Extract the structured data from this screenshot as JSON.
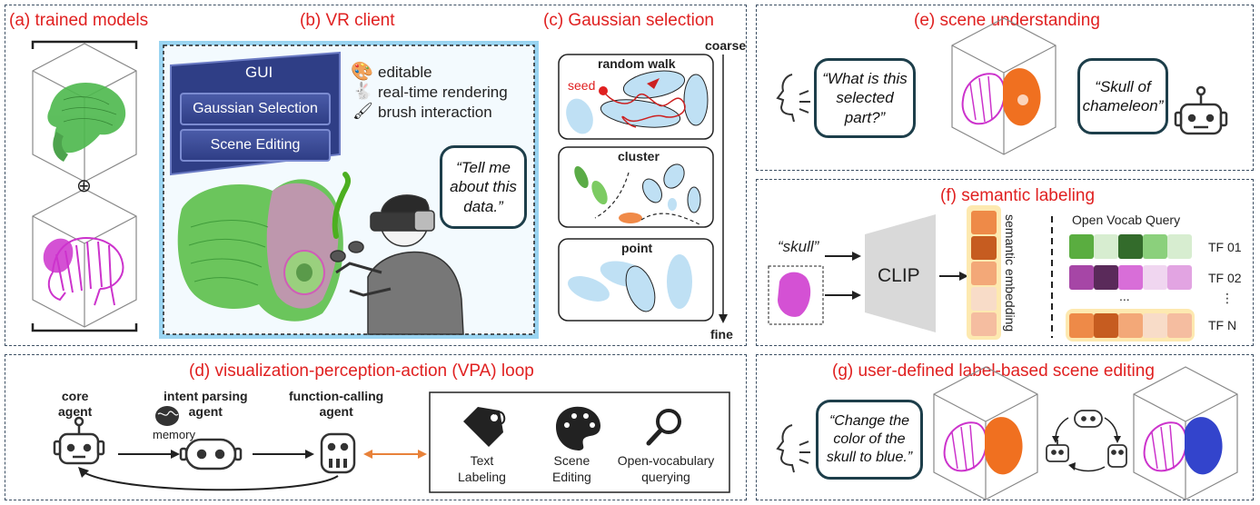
{
  "panels": {
    "a": {
      "title": "(a) trained models",
      "oplus": "⊕"
    },
    "b": {
      "title": "(b) VR client",
      "gui": {
        "header": "GUI",
        "btn1": "Gaussian Selection",
        "btn2": "Scene Editing"
      },
      "features": [
        "editable",
        "real-time rendering",
        "brush interaction"
      ],
      "bubble": "“Tell me\nabout this\ndata.”"
    },
    "c": {
      "title": "(c) Gaussian selection",
      "axis_top": "coarse",
      "axis_bottom": "fine",
      "boxes": {
        "random_walk": "random walk",
        "seed": "seed",
        "cluster": "cluster",
        "point": "point"
      }
    },
    "d": {
      "title": "(d) visualization-perception-action (VPA) loop",
      "core": "core\nagent",
      "intent": "intent parsing\nagent",
      "memory": "memory",
      "function": "function-calling\nagent",
      "tools": [
        "Text\nLabeling",
        "Scene\nEditing",
        "Open-vocabulary\nquerying"
      ]
    },
    "e": {
      "title": "(e) scene understanding",
      "bubble_left": "“What is this\nselected\npart?”",
      "bubble_right": "“Skull of\nchameleon”"
    },
    "f": {
      "title": "(f) semantic labeling",
      "skull": "“skull”",
      "clip": "CLIP",
      "embedding": "semantic embedding",
      "query_title": "Open Vocab Query",
      "rows": [
        "TF 01",
        "TF 02",
        "TF N"
      ],
      "dots": "...",
      "vdots": "⋮"
    },
    "g": {
      "title": "(g) user-defined label-based scene editing",
      "bubble": "“Change the\ncolor of the\nskull to blue.”"
    }
  },
  "colors": {
    "title_red": "#e02020",
    "border": "#3c4f63",
    "bubble_border": "#1d3e4a",
    "green_model": "#4cb84c",
    "magenta_model": "#cc33cc",
    "orange_skull": "#f07020",
    "blue_skull": "#3344cc",
    "arrow_orange": "#e8823a"
  },
  "icons": [
    "palette-icon",
    "rabbit-icon",
    "brush-icon",
    "robot-icon",
    "brain-icon",
    "tag-icon",
    "magnifier-icon",
    "speaking-head-icon"
  ]
}
